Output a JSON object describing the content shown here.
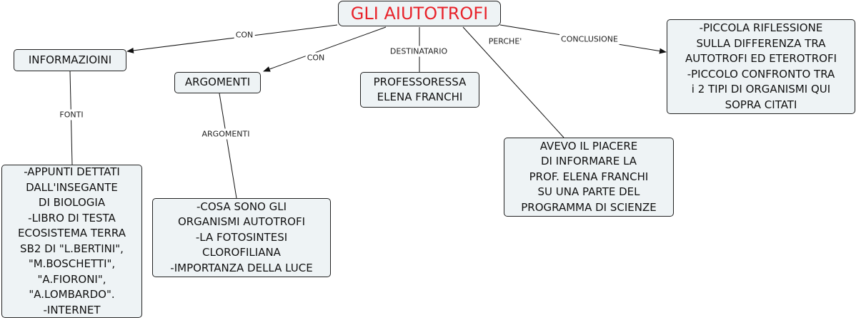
{
  "diagram": {
    "title": "GLI AIUTOTROFI",
    "nodes": {
      "informazioni": "INFORMAZIOINI",
      "argomenti": "ARGOMENTI",
      "destinatario": "PROFESSORESSA\nELENA FRANCHI",
      "conclusione": "-PICCOLA RIFLESSIONE\nSULLA DIFFERENZA TRA\nAUTOTROFI ED ETEROTROFI\n-PICCOLO CONFRONTO TRA\ni 2 TIPI DI ORGANISMI QUI\nSOPRA CITATI",
      "fonti": "-APPUNTI DETTATI\nDALL'INSEGANTE\nDI BIOLOGIA\n-LIBRO DI TESTA\nECOSISTEMA TERRA\nSB2 DI \"L.BERTINI\",\n\"M.BOSCHETTI\",\n\"A.FIORONI\",\n\"A.LOMBARDO\".\n-INTERNET",
      "argomenti_list": "-COSA SONO GLI\nORGANISMI AUTOTROFI\n-LA FOTOSINTESI\nCLOROFILIANA\n-IMPORTANZA DELLA LUCE",
      "perche": "AVEVO IL PIACERE\nDI INFORMARE LA\nPROF. ELENA FRANCHI\nSU UNA PARTE DEL\nPROGRAMMA DI SCIENZE"
    },
    "edge_labels": {
      "con_1": "CON",
      "con_2": "CON",
      "destinatario": "DESTINATARIO",
      "perche": "PERCHE'",
      "conclusione": "CONCLUSIONE",
      "fonti": "FONTI",
      "argomenti": "ARGOMENTI"
    }
  }
}
